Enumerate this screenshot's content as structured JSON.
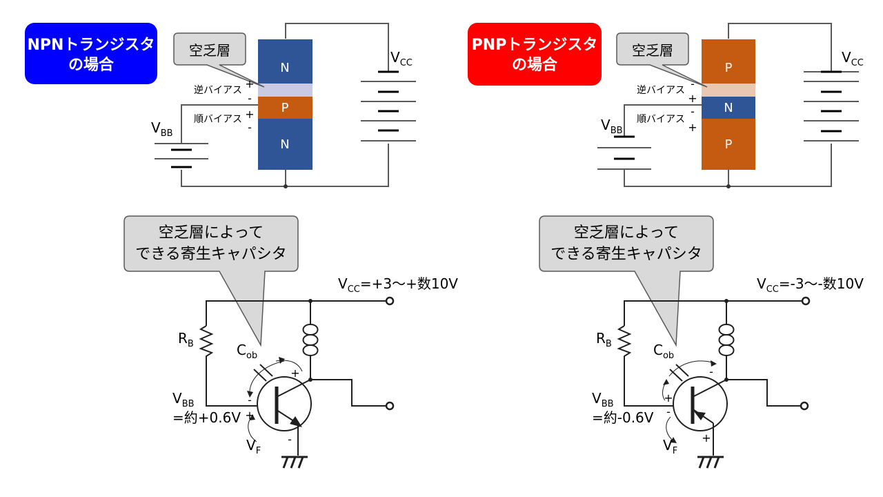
{
  "npn": {
    "title_line1": "NPNトランジスタ",
    "title_line2": "の場合",
    "title_color": "#0000ff",
    "depletion_label": "空乏層",
    "layer_top": "N",
    "layer_mid": "P",
    "layer_bottom": "N",
    "reverse_bias": "逆バイアス",
    "forward_bias": "順バイアス",
    "sign_rev_top": "+",
    "sign_rev_bottom": "-",
    "sign_fwd_top": "+",
    "sign_fwd_bottom": "-",
    "vbb_main": "V",
    "vbb_sub": "BB",
    "vcc_main": "V",
    "vcc_sub": "CC",
    "callout_line1": "空乏層によって",
    "callout_line2": "できる寄生キャパシタ",
    "supply_main": "V",
    "supply_sub": "CC",
    "supply_rest": "=+3〜+数10V",
    "rb_main": "R",
    "rb_sub": "B",
    "cob_main": "C",
    "cob_sub": "ob",
    "vbb2_main": "V",
    "vbb2_sub": "BB",
    "vbb2_value": "=約+0.6V",
    "vf_main": "V",
    "vf_sub": "F",
    "sign_c": "+",
    "sign_b_top": "-",
    "sign_b_bottom": "+",
    "sign_e": "-"
  },
  "pnp": {
    "title_line1": "PNPトランジスタ",
    "title_line2": "の場合",
    "title_color": "#ff0000",
    "depletion_label": "空乏層",
    "layer_top": "P",
    "layer_mid": "N",
    "layer_bottom": "P",
    "reverse_bias": "逆バイアス",
    "forward_bias": "順バイアス",
    "sign_rev_top": "-",
    "sign_rev_bottom": "+",
    "sign_fwd_top": "-",
    "sign_fwd_bottom": "+",
    "vbb_main": "V",
    "vbb_sub": "BB",
    "vcc_main": "V",
    "vcc_sub": "CC",
    "callout_line1": "空乏層によって",
    "callout_line2": "できる寄生キャパシタ",
    "supply_main": "V",
    "supply_sub": "CC",
    "supply_rest": "=-3〜-数10V",
    "rb_main": "R",
    "rb_sub": "B",
    "cob_main": "C",
    "cob_sub": "ob",
    "vbb2_main": "V",
    "vbb2_sub": "BB",
    "vbb2_value": "=約-0.6V",
    "vf_main": "V",
    "vf_sub": "F",
    "sign_c": "-",
    "sign_b_top": "+",
    "sign_b_bottom": "-",
    "sign_e": "+"
  },
  "colors": {
    "n_layer": "#2f5597",
    "p_layer": "#c55a11",
    "depletion": "#d9d9e8",
    "callout_fill": "#d9d9d9"
  }
}
